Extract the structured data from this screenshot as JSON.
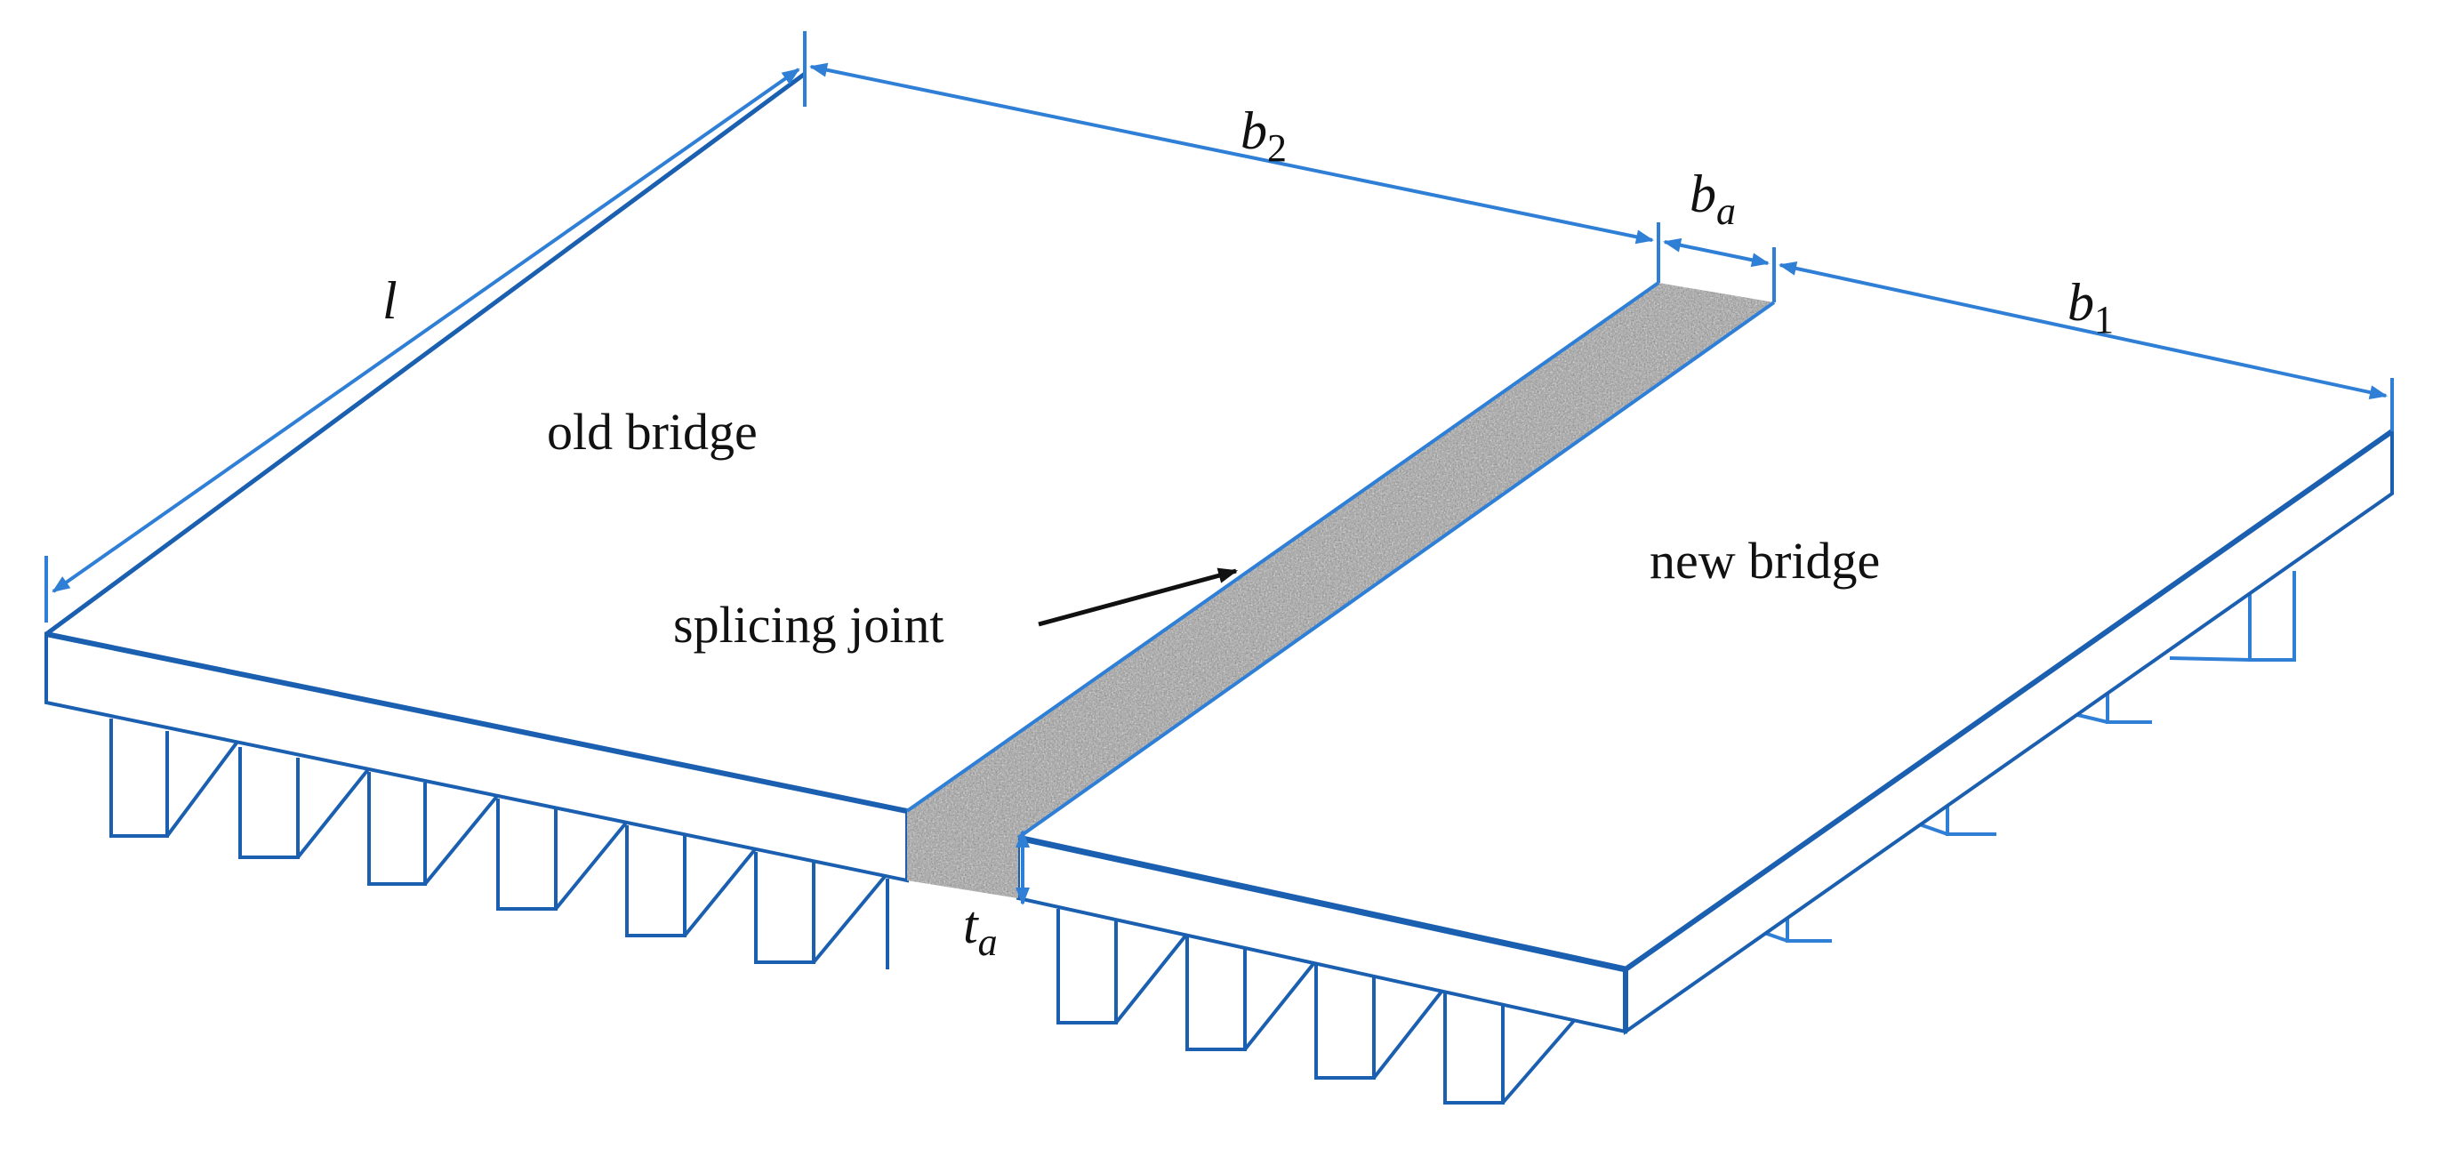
{
  "regions": {
    "old_bridge": "old bridge",
    "new_bridge": "new bridge",
    "splicing_joint": "splicing joint"
  },
  "dimensions": {
    "l": "l",
    "b2": {
      "main": "b",
      "sub": "2"
    },
    "ba": {
      "main": "b",
      "sub": "a"
    },
    "b1": {
      "main": "b",
      "sub": "1"
    },
    "ta": {
      "main": "t",
      "sub": "a"
    }
  },
  "colors": {
    "dimension_line": "#2f7fd6",
    "structure_line": "#1b5fb0",
    "joint_fill": "#9a9a9a",
    "text": "#111111"
  }
}
